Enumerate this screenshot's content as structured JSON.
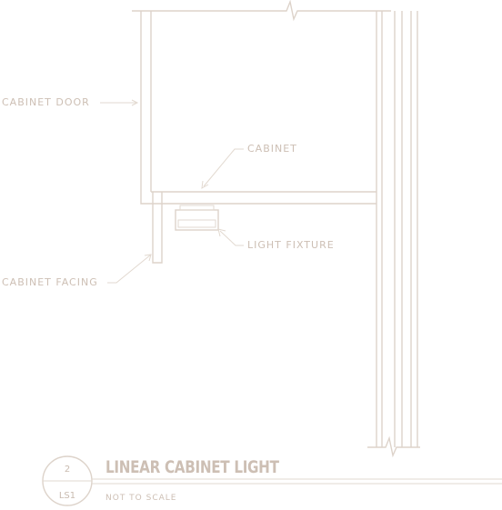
{
  "labels": {
    "cabinet_door": "Cabinet door",
    "cabinet": "Cabinet",
    "light_fixture": "Light fixture",
    "cabinet_facing": "Cabinet facing"
  },
  "title_block": {
    "detail_number": "2",
    "sheet_number": "LS1",
    "title": "LINEAR CABINET LIGHT",
    "scale_note": "NOT TO SCALE"
  },
  "colors": {
    "linework": "#ddd3ca",
    "text": "#cdbfb4"
  }
}
